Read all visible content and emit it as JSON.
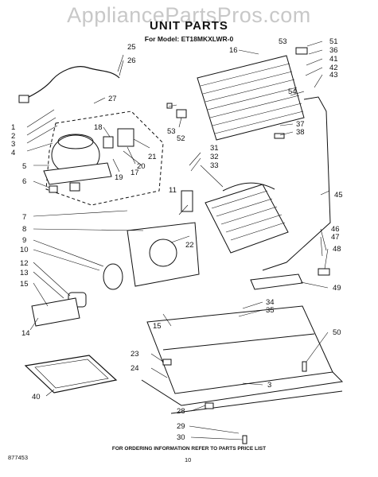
{
  "watermark": "AppliancePartsPros.com",
  "title": "UNIT PARTS",
  "model_line": "For Model: ET18MKXLWR-0",
  "footer_note": "FOR ORDERING INFORMATION REFER TO PARTS PRICE LIST",
  "figure_code": "877453",
  "page_number": "10",
  "callouts": [
    {
      "label": "1"
    },
    {
      "label": "2"
    },
    {
      "label": "3"
    },
    {
      "label": "4"
    },
    {
      "label": "5"
    },
    {
      "label": "6"
    },
    {
      "label": "7"
    },
    {
      "label": "8"
    },
    {
      "label": "9"
    },
    {
      "label": "10"
    },
    {
      "label": "11"
    },
    {
      "label": "12"
    },
    {
      "label": "13"
    },
    {
      "label": "14"
    },
    {
      "label": "15"
    },
    {
      "label": "15"
    },
    {
      "label": "16"
    },
    {
      "label": "17"
    },
    {
      "label": "18"
    },
    {
      "label": "19"
    },
    {
      "label": "20"
    },
    {
      "label": "21"
    },
    {
      "label": "22"
    },
    {
      "label": "23"
    },
    {
      "label": "24"
    },
    {
      "label": "25"
    },
    {
      "label": "26"
    },
    {
      "label": "27"
    },
    {
      "label": "28"
    },
    {
      "label": "29"
    },
    {
      "label": "30"
    },
    {
      "label": "31"
    },
    {
      "label": "32"
    },
    {
      "label": "33"
    },
    {
      "label": "34"
    },
    {
      "label": "35"
    },
    {
      "label": "36"
    },
    {
      "label": "37"
    },
    {
      "label": "38"
    },
    {
      "label": "40"
    },
    {
      "label": "41"
    },
    {
      "label": "42"
    },
    {
      "label": "43"
    },
    {
      "label": "45"
    },
    {
      "label": "46"
    },
    {
      "label": "47"
    },
    {
      "label": "48"
    },
    {
      "label": "49"
    },
    {
      "label": "50"
    },
    {
      "label": "51"
    },
    {
      "label": "52"
    },
    {
      "label": "53"
    },
    {
      "label": "53"
    },
    {
      "label": "54"
    },
    {
      "label": "3"
    }
  ]
}
